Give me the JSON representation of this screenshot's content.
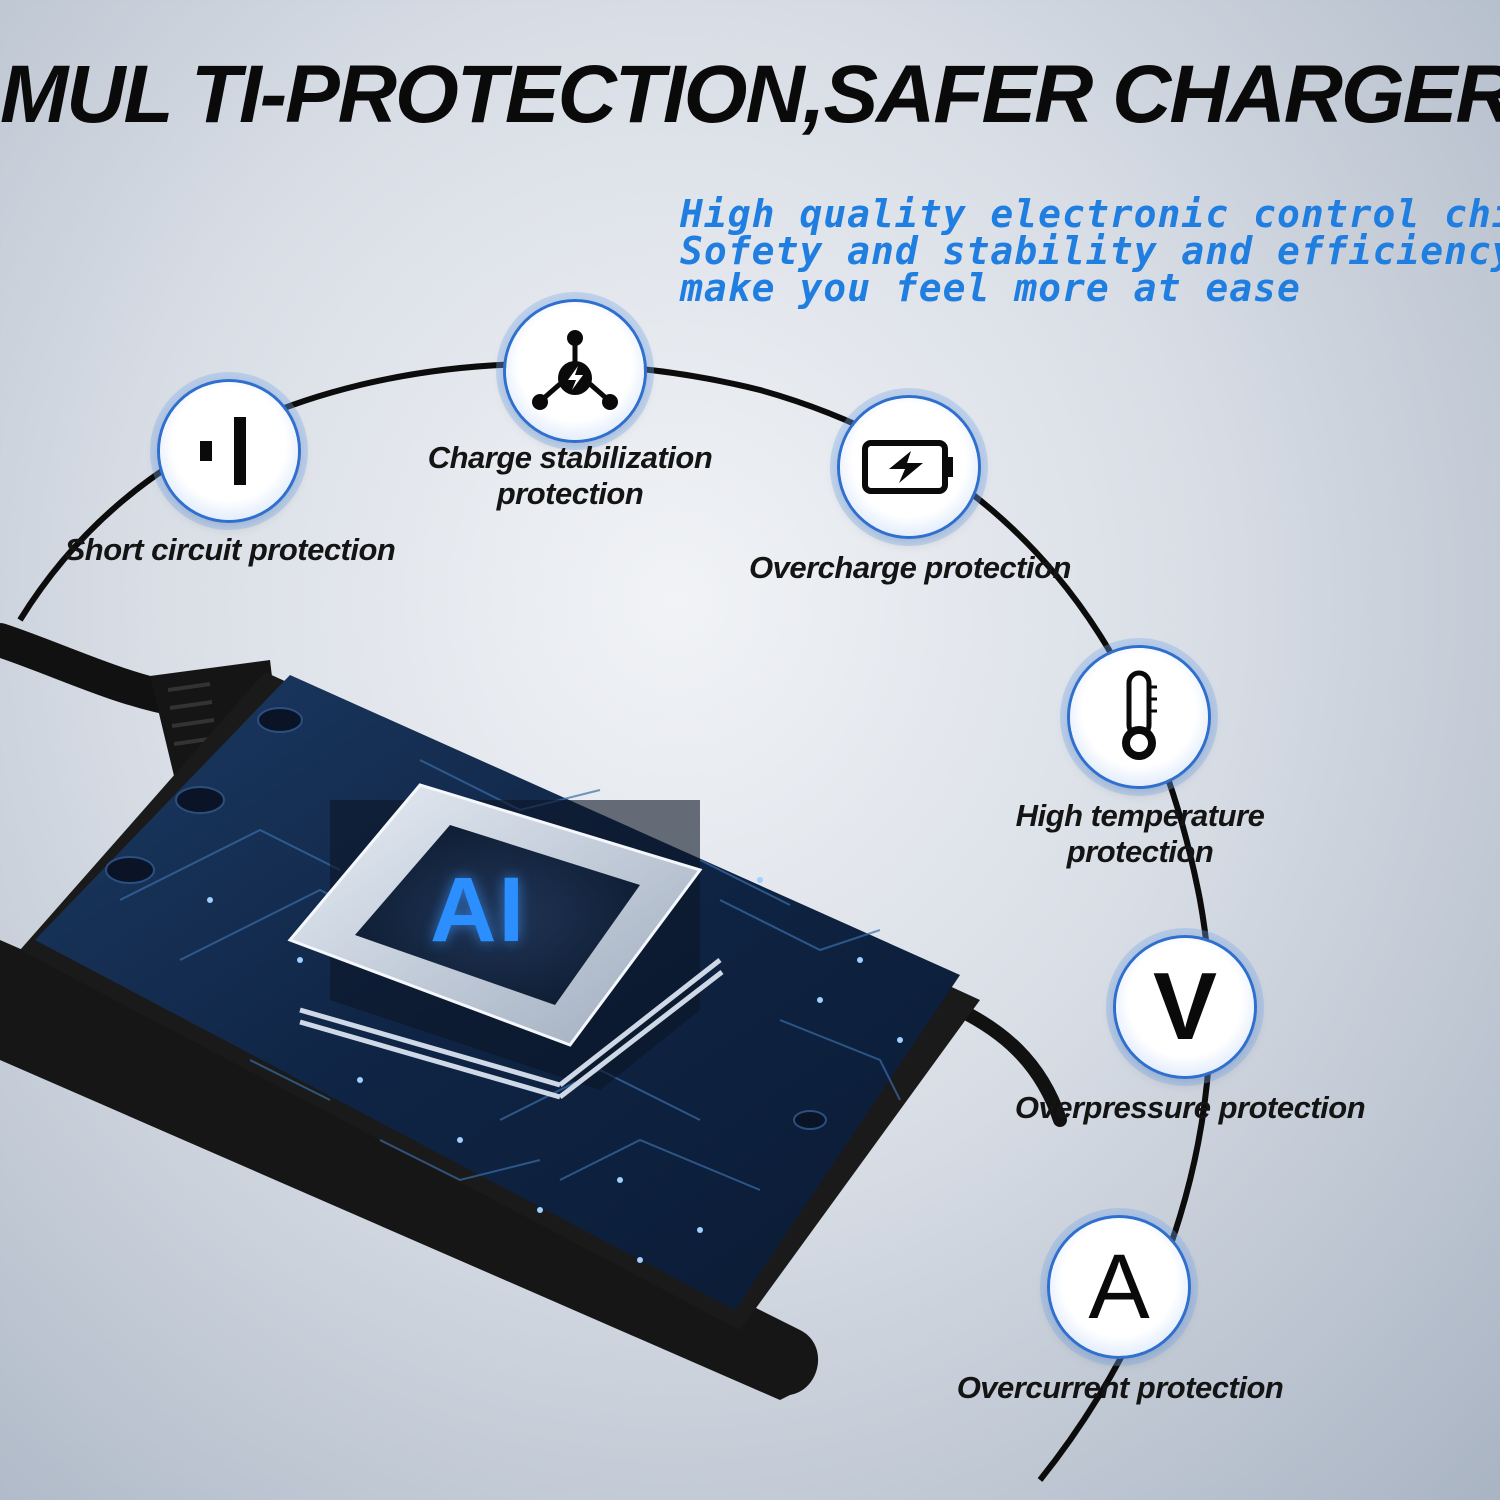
{
  "title": "MUL TI-PROTECTION,SAFER CHARGER",
  "tagline": [
    "High quality electronic control chip",
    "Sofety and stability and efficiency",
    "make you feel more at ease"
  ],
  "chip_label": "AI",
  "features": [
    {
      "icon": "short-circuit-icon",
      "label": "Short circuit protection"
    },
    {
      "icon": "charge-stabilization-icon",
      "label": "Charge stabilization protection"
    },
    {
      "icon": "battery-bolt-icon",
      "label": "Overcharge protection"
    },
    {
      "icon": "thermometer-icon",
      "label": "High temperature protection"
    },
    {
      "icon": "voltage-v-icon",
      "label": "Overpressure protection",
      "glyph": "V"
    },
    {
      "icon": "current-a-icon",
      "label": "Overcurrent protection",
      "glyph": "A"
    }
  ],
  "colors": {
    "accent": "#1f7ee0",
    "title": "#0a0a0a",
    "icon_ring": "#2f6fd0",
    "chip_glow": "#2b8fff",
    "board": "#0f2444"
  }
}
